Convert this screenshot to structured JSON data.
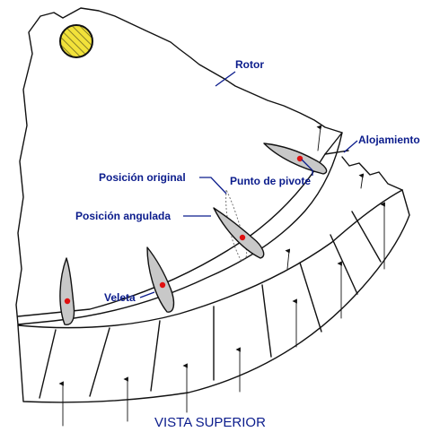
{
  "labels": {
    "rotor": "Rotor",
    "alojamiento": "Alojamiento",
    "posicion_original": "Posición original",
    "punto_de_pivote": "Punto de pivote",
    "posicion_angulada": "Posición angulada",
    "veleta": "Veleta"
  },
  "caption": "VISTA SUPERIOR",
  "colors": {
    "label_text": "#0b1c8c",
    "pivot_point": "#e01010",
    "vane_fill": "#c8c8c8",
    "shaft_fill": "#f2e23a"
  },
  "icons": {
    "shaft": "hatched-circle-icon",
    "flow": "upward-arrow-icon"
  }
}
